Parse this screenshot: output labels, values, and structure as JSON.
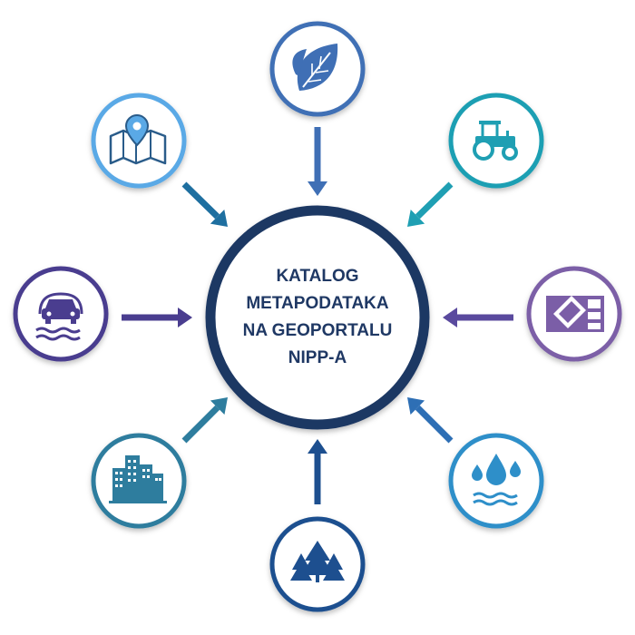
{
  "center": {
    "lines": [
      "KATALOG",
      "METAPODATAKA",
      "NA GEOPORTALU",
      "NIPP-A"
    ]
  },
  "colors": {
    "center_ring": "#1f3864",
    "center_text": "#1f3864",
    "leaf": "#3f6fb5",
    "tractor": "#1f9fb3",
    "map": "#7b5ea7",
    "water": "#2e8fc9",
    "trees": "#1d4f8f",
    "buildings": "#2e7d9e",
    "car": "#4a3d8f",
    "location": "#5aa9e6"
  },
  "nodes": [
    {
      "id": "leaf",
      "icon": "leaf-icon"
    },
    {
      "id": "tractor",
      "icon": "tractor-icon"
    },
    {
      "id": "map",
      "icon": "cadastral-map-icon"
    },
    {
      "id": "water",
      "icon": "water-drops-icon"
    },
    {
      "id": "trees",
      "icon": "pine-trees-icon"
    },
    {
      "id": "buildings",
      "icon": "city-buildings-icon"
    },
    {
      "id": "car",
      "icon": "car-water-icon"
    },
    {
      "id": "location",
      "icon": "map-pin-icon"
    }
  ]
}
